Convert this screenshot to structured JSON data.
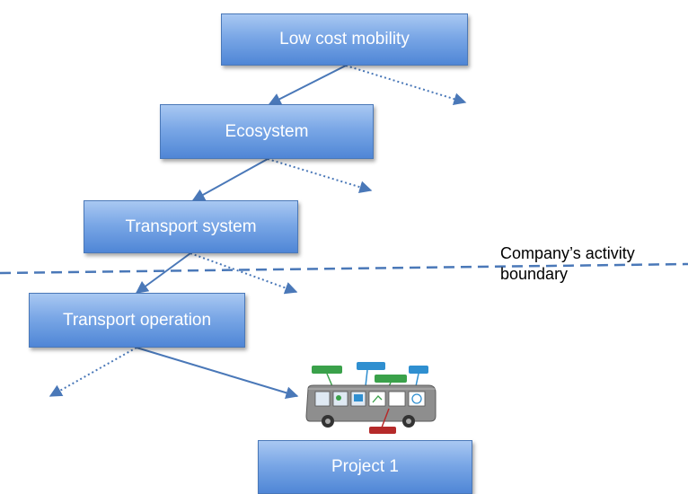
{
  "nodes": {
    "low_cost_mobility": "Low cost mobility",
    "ecosystem": "Ecosystem",
    "transport_system": "Transport system",
    "transport_operation": "Transport operation",
    "project_1": "Project 1"
  },
  "boundary": {
    "label": "Company’s activity boundary"
  },
  "colors": {
    "box_top": "#a9c8f2",
    "box_bottom": "#4f86d6",
    "arrow": "#4a78b8",
    "boundary_line": "#4a78b8"
  },
  "bus_illustration": {
    "icon": "bus-icon"
  }
}
